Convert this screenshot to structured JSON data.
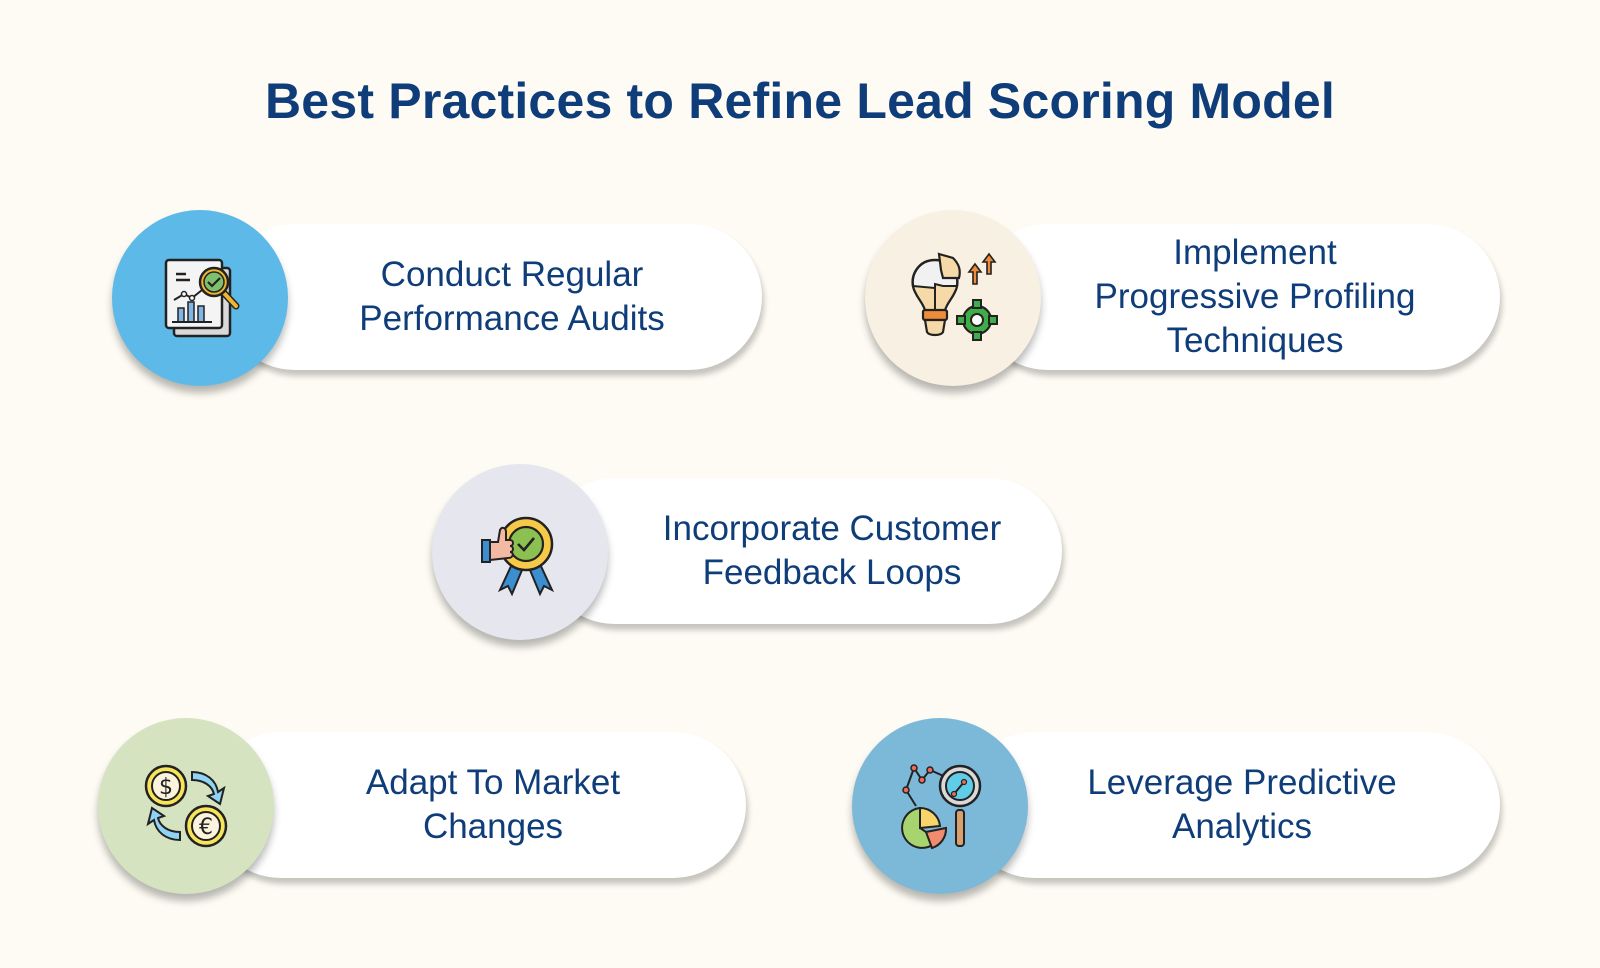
{
  "title": "Best Practices to Refine Lead Scoring Model",
  "colors": {
    "background": "#fdfbf3",
    "title_text": "#0f3d7a",
    "pill_background": "#ffffff"
  },
  "items": [
    {
      "lines": [
        "Conduct Regular",
        "Performance Audits"
      ],
      "icon": "report-magnifier-check-icon",
      "circle_color": "#5db9e8"
    },
    {
      "lines": [
        "Implement",
        "Progressive Profiling",
        "Techniques"
      ],
      "icon": "lightbulb-puzzle-gear-icon",
      "circle_color": "#f8f0e2"
    },
    {
      "lines": [
        "Incorporate Customer",
        "Feedback Loops"
      ],
      "icon": "thumbs-up-badge-icon",
      "circle_color": "#e6e6ee"
    },
    {
      "lines": [
        "Adapt To Market",
        "Changes"
      ],
      "icon": "currency-exchange-icon",
      "circle_color": "#d5e3c0"
    },
    {
      "lines": [
        "Leverage Predictive",
        "Analytics"
      ],
      "icon": "analytics-magnifier-icon",
      "circle_color": "#7cb8d8"
    }
  ]
}
